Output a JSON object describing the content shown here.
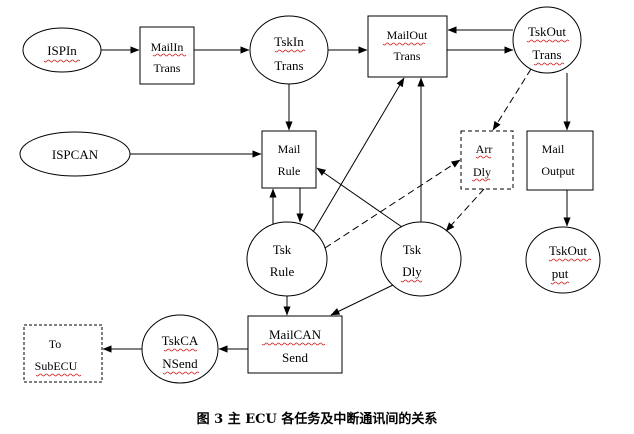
{
  "nodes": {
    "ispin": {
      "lines": [
        "ISPIn"
      ]
    },
    "mailin_trans": {
      "lines": [
        "MailIn",
        "Trans"
      ]
    },
    "tskin_trans": {
      "lines": [
        "TskIn",
        "Trans"
      ]
    },
    "mailout_trans": {
      "lines": [
        "MailOut",
        "Trans"
      ]
    },
    "tskout_trans": {
      "lines": [
        "TskOut",
        "Trans"
      ]
    },
    "ispcan": {
      "lines": [
        "ISPCAN"
      ]
    },
    "mail_rule": {
      "lines": [
        "Mail",
        "Rule"
      ]
    },
    "arr_dly": {
      "lines": [
        "Arr",
        "Dly"
      ]
    },
    "mail_output": {
      "lines": [
        "Mail",
        "Output"
      ]
    },
    "tsk_rule": {
      "lines": [
        "Tsk",
        "Rule"
      ]
    },
    "tsk_dly": {
      "lines": [
        "Tsk",
        "Dly"
      ]
    },
    "tskout_put": {
      "lines": [
        "TskOut",
        "put"
      ]
    },
    "to_subecu": {
      "lines": [
        "To",
        "SubECU"
      ]
    },
    "tskcan_send": {
      "lines": [
        "TskCA",
        "NSend"
      ]
    },
    "mailcan_send": {
      "lines": [
        "MailCAN",
        "Send"
      ]
    }
  },
  "caption": "图 3 主 ECU 各任务及中断通讯间的关系",
  "colors": {
    "stroke": "#000000",
    "spellcheck_underline": "#d02020"
  }
}
